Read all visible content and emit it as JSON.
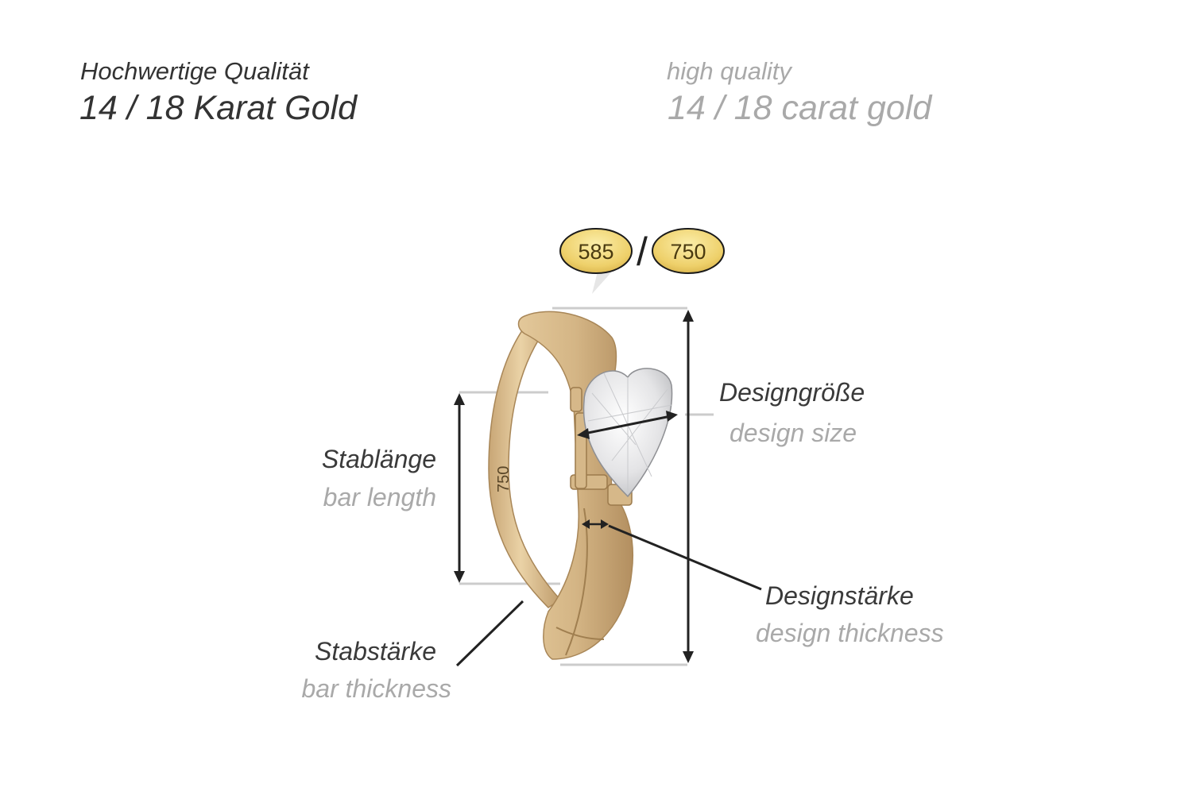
{
  "header": {
    "german_subtitle": "Hochwertige Qualität",
    "german_title": "14 / 18 Karat Gold",
    "english_subtitle": "high quality",
    "english_title": "14 / 18 carat gold"
  },
  "badges": {
    "left": "585",
    "separator": "/",
    "right": "750"
  },
  "ring_engraving": "750",
  "labels": {
    "design_size": {
      "de": "Designgröße",
      "en": "design size"
    },
    "bar_length": {
      "de": "Stablänge",
      "en": "bar length"
    },
    "design_thickness": {
      "de": "Designstärke",
      "en": "design thickness"
    },
    "bar_thickness": {
      "de": "Stabstärke",
      "en": "bar thickness"
    }
  },
  "colors": {
    "gold": "#d9bb8c",
    "gold_dark": "#b9976a",
    "badge_fill": "#f0d873",
    "dim_line": "#cccccc",
    "arrow": "#222222"
  }
}
